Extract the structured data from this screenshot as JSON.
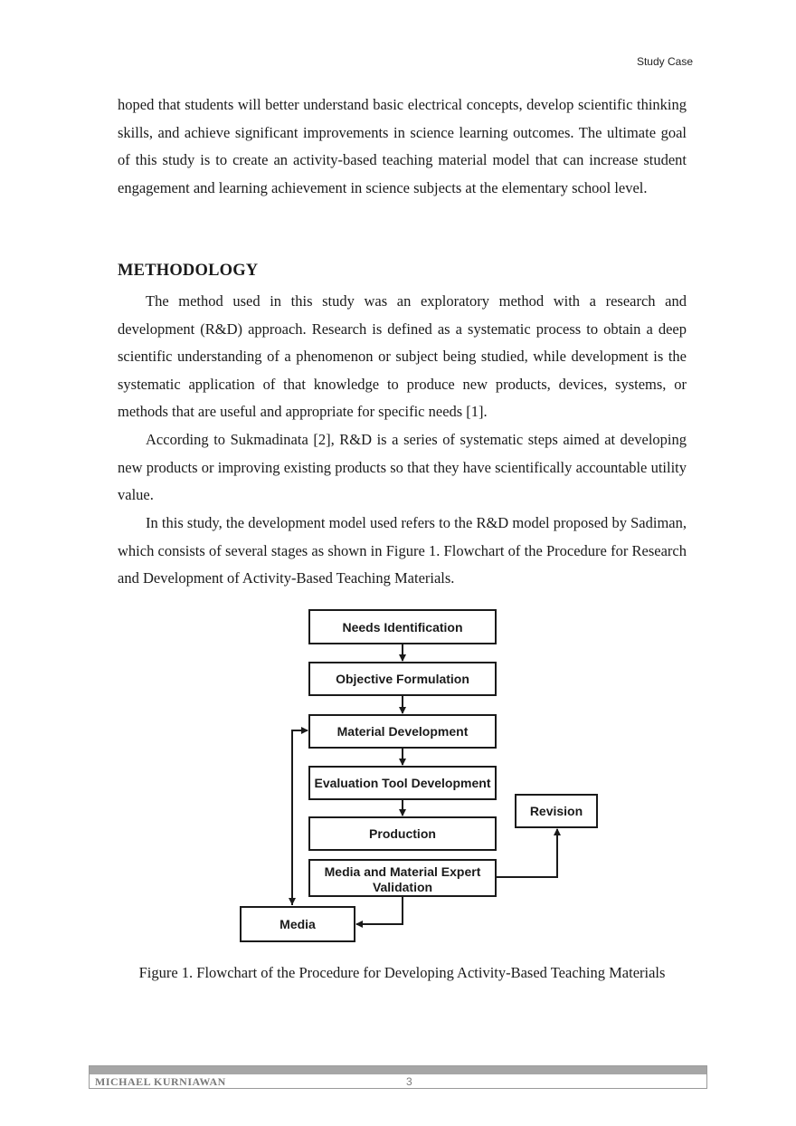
{
  "header": {
    "running_title": "Study Case"
  },
  "intro_paragraph": "hoped that students will better understand basic electrical concepts, develop scientific thinking skills, and achieve significant improvements in science learning outcomes. The ultimate goal of this study is to create an activity-based teaching material model that can increase student engagement and learning achievement in science subjects at the elementary school level.",
  "methodology": {
    "heading": "METHODOLOGY",
    "paragraphs": [
      "The method used in this study was an exploratory method with a research and development (R&D) approach. Research is defined as a systematic process to obtain a deep scientific understanding of a phenomenon or subject being studied, while development is the systematic application of that knowledge to produce new products, devices, systems, or methods that are useful and appropriate for specific needs [1].",
      "According to Sukmadinata [2], R&D is a series of systematic steps aimed at developing new products or improving existing products so that they have scientifically accountable utility value.",
      "In this study, the development model used refers to the R&D model proposed by Sadiman, which consists of several stages as shown in Figure 1. Flowchart of the Procedure for Research and Development of Activity-Based Teaching Materials."
    ]
  },
  "flowchart": {
    "steps": [
      "Needs Identification",
      "Objective Formulation",
      "Material Development",
      "Evaluation Tool Development",
      "Production"
    ],
    "validation": {
      "line1": "Media and Material Expert",
      "line2": "Validation"
    },
    "revision": "Revision",
    "media": "Media"
  },
  "figure": {
    "caption": "Figure 1. Flowchart of the Procedure for Developing Activity-Based Teaching Materials"
  },
  "footer": {
    "author": "MICHAEL KURNIAWAN",
    "page_number": "3"
  }
}
